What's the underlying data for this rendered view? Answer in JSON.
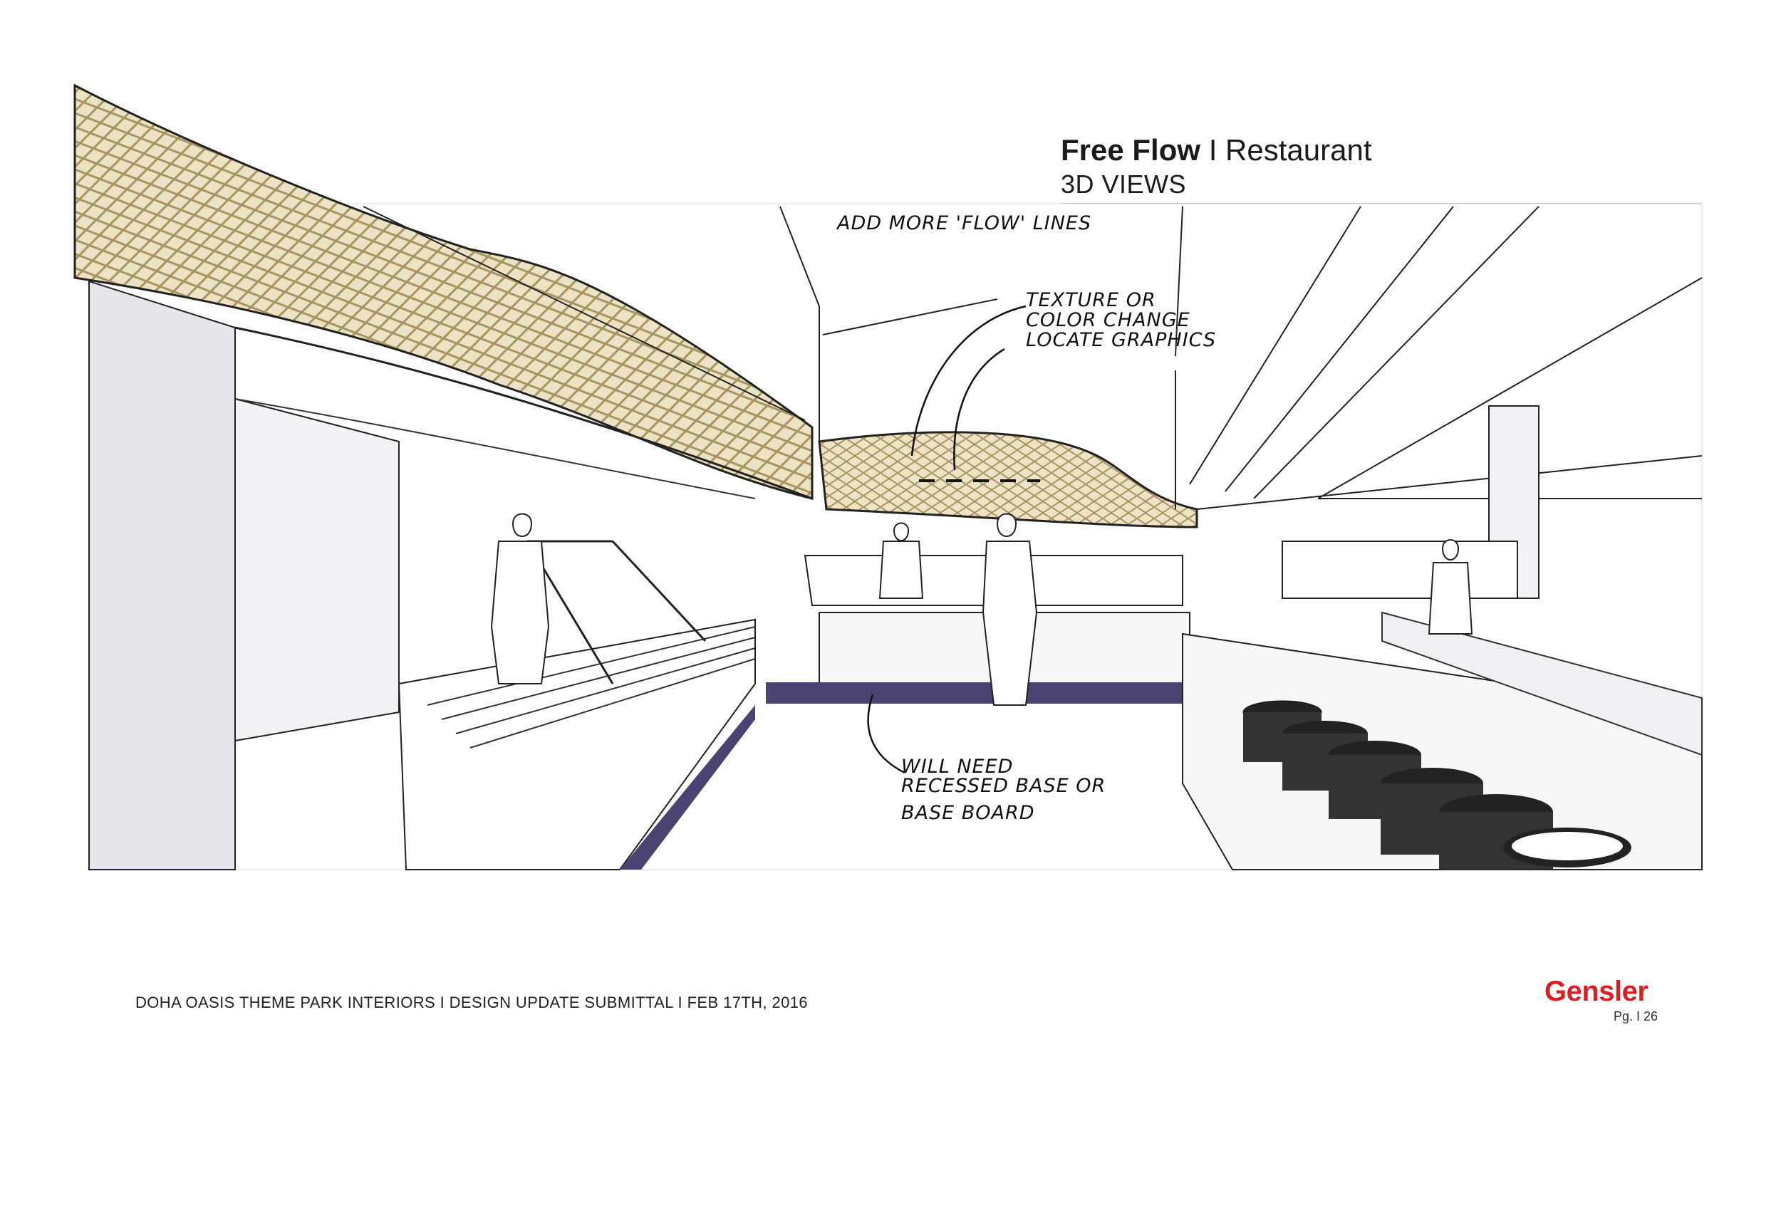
{
  "header": {
    "title_strong": "Free Flow",
    "title_rest": " I Restaurant",
    "subtitle": "3D VIEWS"
  },
  "annotations": {
    "flow_lines": "ADD MORE 'FLOW' LINES",
    "texture_1": "TEXTURE OR",
    "texture_2": "COLOR CHANGE",
    "texture_3": "LOCATE GRAPHICS",
    "base_1": "WILL NEED",
    "base_2": "RECESSED BASE OR",
    "base_3": "BASE BOARD"
  },
  "footer": {
    "project": "DOHA OASIS THEME PARK INTERIORS I DESIGN UPDATE SUBMITTAL I FEB 17TH, 2016",
    "brand": "Gensler",
    "page": "Pg. I 26"
  },
  "colors": {
    "brand": "#d71f26",
    "ceiling_pattern": "#c9b98a",
    "base_trim": "#4a4270",
    "wall_shade": "#e6e3ea"
  }
}
